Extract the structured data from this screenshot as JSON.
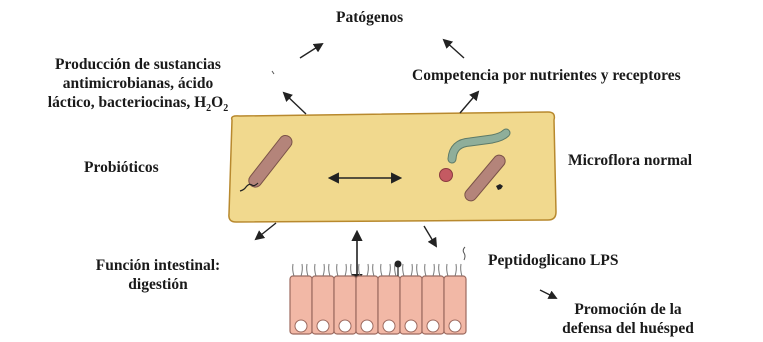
{
  "labels": {
    "pathogens": "Patógenos",
    "antimicrobial_line1": "Producción de sustancias",
    "antimicrobial_line2": "antimicrobianas, ácido",
    "antimicrobial_line3_text": "láctico, bacteriocinas, H",
    "antimicrobial_sub1": "2",
    "antimicrobial_o": "O",
    "antimicrobial_sub2": "2",
    "competition": "Competencia por nutrientes y receptores",
    "probiotics": "Probióticos",
    "normal_flora": "Microflora normal",
    "intestinal_function_line1": "Función intestinal:",
    "intestinal_function_line2": "digestión",
    "peptidoglycan": "Peptidoglicano LPS",
    "host_defense_line1": "Promoción de la",
    "host_defense_line2": "defensa del huésped"
  },
  "colors": {
    "box_fill": "#f1d98e",
    "box_stroke": "#b8892e",
    "rod": "#b4847a",
    "worm": "#8fae9a",
    "coccus": "#c45a62",
    "epithelium": "#f2b8a6",
    "epithelium_stroke": "#9c6a5f",
    "arrow": "#222222"
  }
}
